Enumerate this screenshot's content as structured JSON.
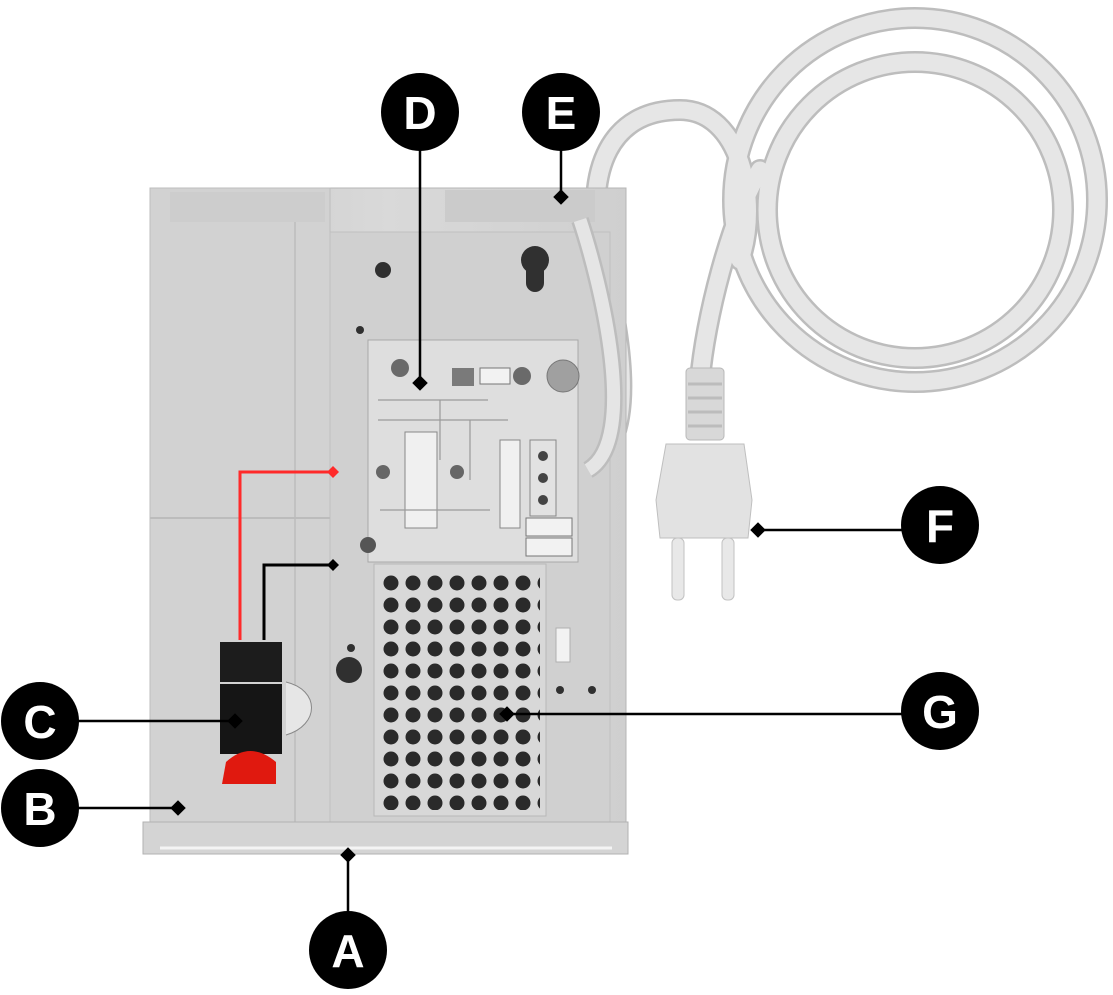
{
  "callouts": [
    {
      "id": "A",
      "label": "A"
    },
    {
      "id": "B",
      "label": "B"
    },
    {
      "id": "C",
      "label": "C"
    },
    {
      "id": "D",
      "label": "D"
    },
    {
      "id": "E",
      "label": "E"
    },
    {
      "id": "F",
      "label": "F"
    },
    {
      "id": "G",
      "label": "G"
    }
  ],
  "colors": {
    "callout_fill": "#000000",
    "callout_text": "#ffffff",
    "enclosure": "#d6d6d6",
    "enclosure_dark": "#c4c4c4",
    "pcb": "#dcdcdc",
    "cable": "#e4e4e4",
    "battery_black": "#1a1a1a",
    "battery_red": "#e0190f",
    "red_wire": "#ff2a2a"
  }
}
